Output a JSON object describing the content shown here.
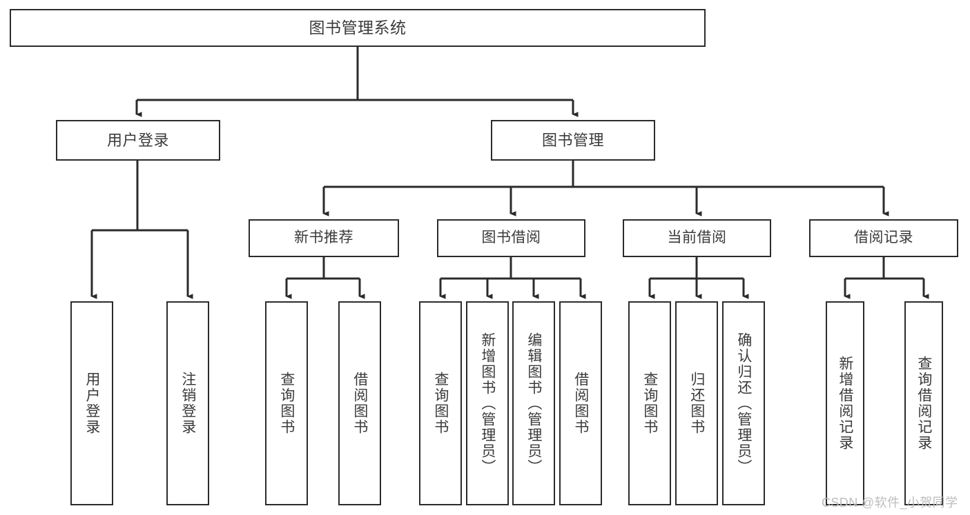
{
  "diagram": {
    "type": "tree-hierarchy-chart",
    "title": "图书管理系统",
    "orientation": "top-down",
    "colors": {
      "background": "#ffffff",
      "box_border": "#2b2b2b",
      "box_fill": "#ffffff",
      "text": "#3a3a3a",
      "connector": "#2b2b2b",
      "watermark": "#bdbdbd"
    }
  },
  "root": {
    "label": "图书管理系统"
  },
  "level2": [
    {
      "label": "用户登录"
    },
    {
      "label": "图书管理"
    }
  ],
  "level3": [
    {
      "label": "新书推荐"
    },
    {
      "label": "图书借阅"
    },
    {
      "label": "当前借阅"
    },
    {
      "label": "借阅记录"
    }
  ],
  "leaves": {
    "user_login": [
      {
        "label": "用户登录"
      },
      {
        "label": "注销登录"
      }
    ],
    "new_book_recommend": [
      {
        "label": "查询图书"
      },
      {
        "label": "借阅图书"
      }
    ],
    "book_borrow": [
      {
        "label": "查询图书"
      },
      {
        "label": "新增图书（管理员）"
      },
      {
        "label": "编辑图书（管理员）"
      },
      {
        "label": "借阅图书"
      }
    ],
    "current_borrow": [
      {
        "label": "查询图书"
      },
      {
        "label": "归还图书"
      },
      {
        "label": "确认归还（管理员）"
      }
    ],
    "borrow_record": [
      {
        "label": "新增借阅记录"
      },
      {
        "label": "查询借阅记录"
      }
    ]
  },
  "watermark": {
    "text": "CSDN @软件_小贺同学"
  }
}
